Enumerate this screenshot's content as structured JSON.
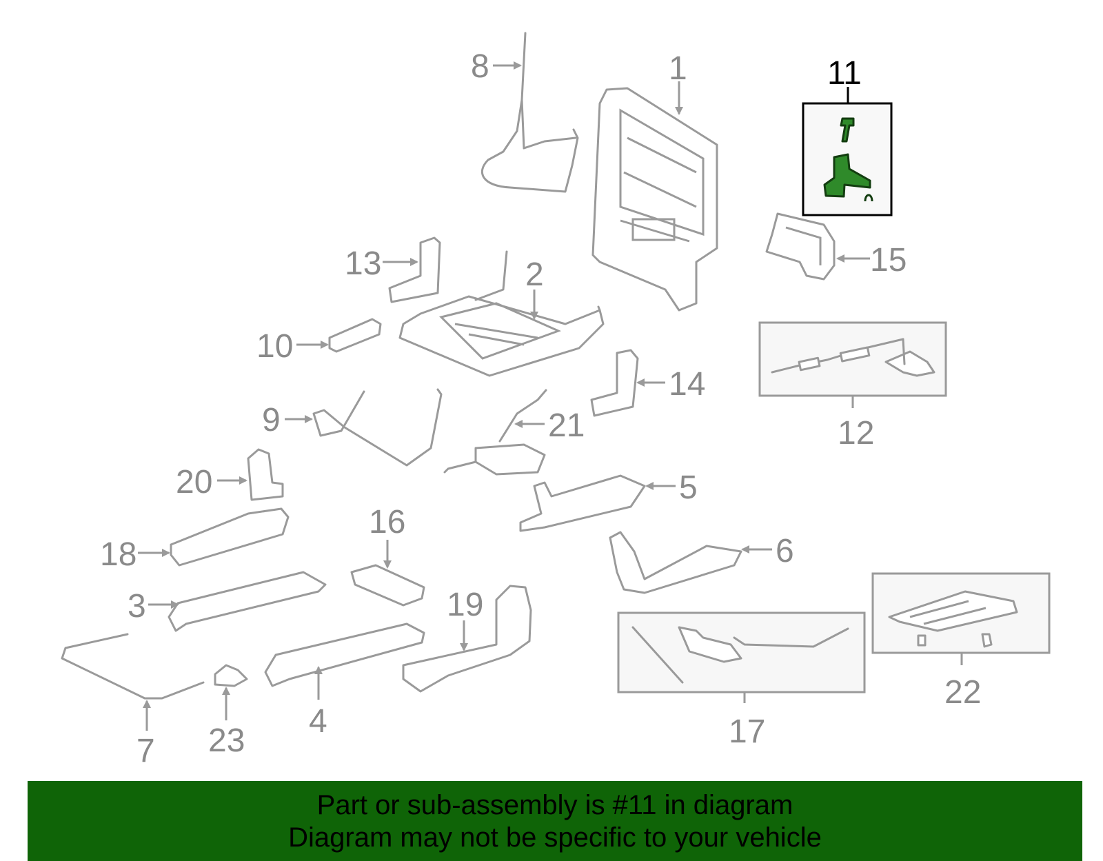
{
  "diagram": {
    "callouts": [
      "1",
      "2",
      "3",
      "4",
      "5",
      "6",
      "7",
      "8",
      "9",
      "10",
      "11",
      "12",
      "13",
      "14",
      "15",
      "16",
      "17",
      "18",
      "19",
      "20",
      "21",
      "22",
      "23"
    ],
    "highlighted_callout": "11",
    "highlight_color": "#2f8a2a"
  },
  "banner": {
    "line1": "Part or sub-assembly is #11 in diagram",
    "line2": "Diagram may not be specific to your vehicle",
    "background": "#0f6407"
  }
}
